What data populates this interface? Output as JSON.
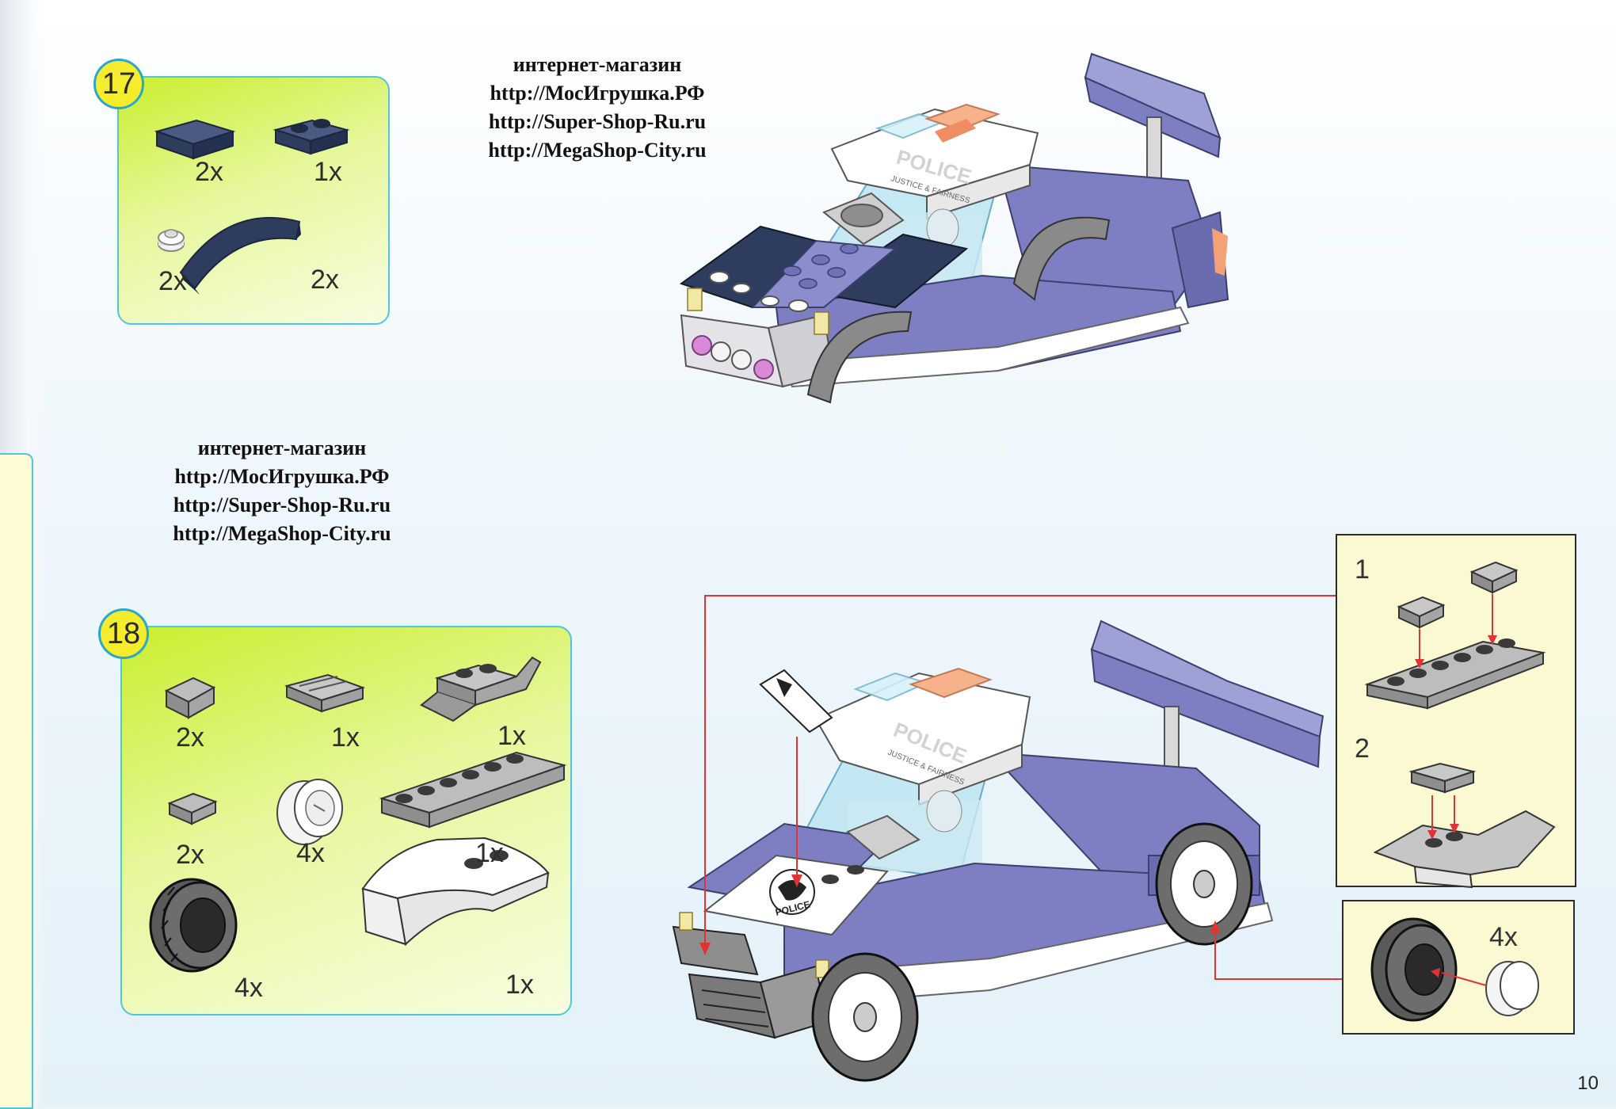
{
  "watermark": {
    "title": "интернет-магазин",
    "links": [
      "http://МосИгрушка.РФ",
      "http://Super-Shop-Ru.ru",
      "http://MegaShop-City.ru"
    ]
  },
  "step17": {
    "number": "17",
    "parts": [
      {
        "name": "dark-blue-tile-1x2",
        "qty": "2x"
      },
      {
        "name": "dark-blue-plate-1x2",
        "qty": "1x"
      },
      {
        "name": "white-round-plate",
        "qty": "2x"
      },
      {
        "name": "dark-blue-curved-slope",
        "qty": "2x"
      }
    ]
  },
  "step18": {
    "number": "18",
    "parts": [
      {
        "name": "gray-slope",
        "qty": "2x"
      },
      {
        "name": "gray-grille-tile",
        "qty": "1x"
      },
      {
        "name": "gray-bracket-plate",
        "qty": "1x"
      },
      {
        "name": "gray-tile-1x1",
        "qty": "2x"
      },
      {
        "name": "white-rim",
        "qty": "4x"
      },
      {
        "name": "gray-plate-1x6",
        "qty": "1x"
      },
      {
        "name": "tire",
        "qty": "4x"
      },
      {
        "name": "white-hood-wedge",
        "qty": "1x"
      }
    ]
  },
  "car": {
    "hood_text": "POLICE",
    "roof_text": "POLICE",
    "roof_subtext": "JUSTICE & FAIRNESS"
  },
  "substeps": {
    "sub1": "1",
    "sub2": "2",
    "wheel_qty": "4x"
  },
  "page_number": "10",
  "colors": {
    "step_frame": "#4fc6de",
    "step_fill": "#c8ef2e",
    "badge": "#f4ec2c",
    "car_body": "#7d7fc2",
    "dark_blue": "#2e3c5e",
    "arrow": "#e03434"
  }
}
